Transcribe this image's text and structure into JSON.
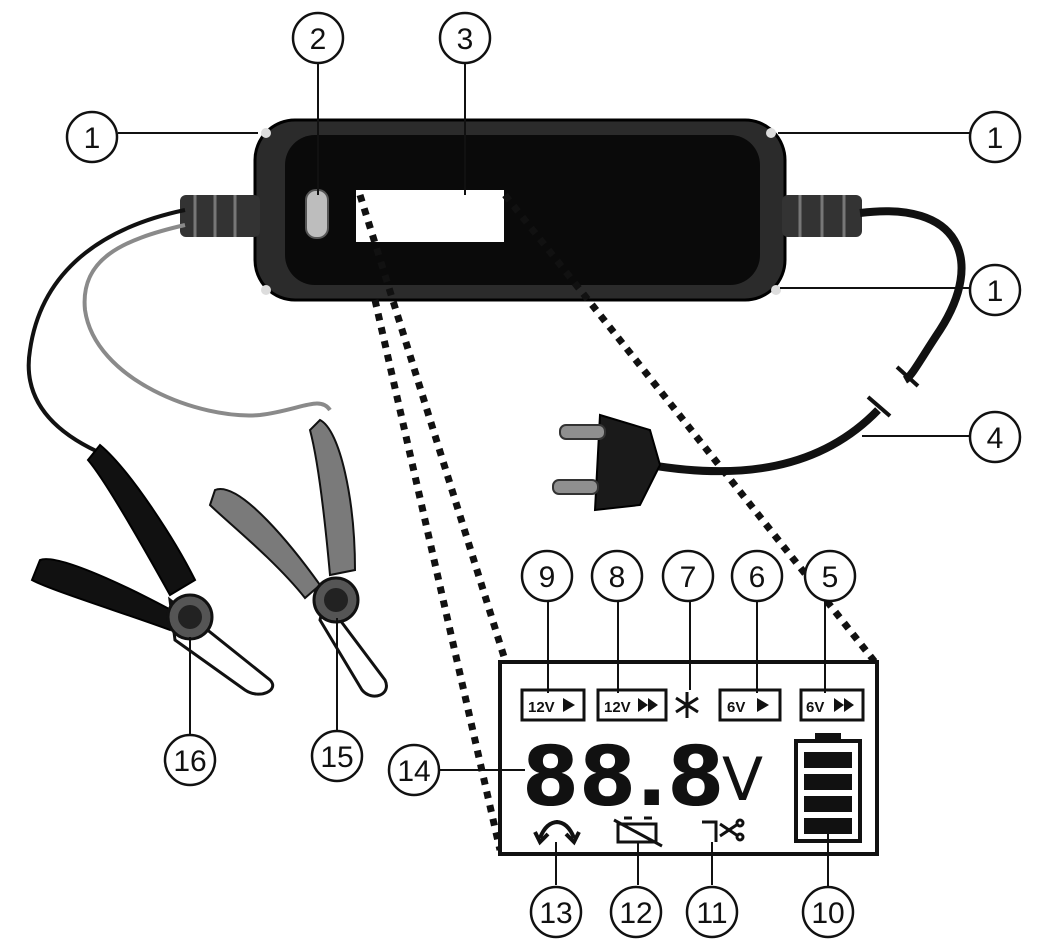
{
  "callouts": {
    "c1": "1",
    "c2": "2",
    "c3": "3",
    "c4": "4",
    "c5": "5",
    "c6": "6",
    "c7": "7",
    "c8": "8",
    "c9": "9",
    "c10": "10",
    "c11": "11",
    "c12": "12",
    "c13": "13",
    "c14": "14",
    "c15": "15",
    "c16": "16"
  },
  "lcd": {
    "mode_12v_normal": "12V",
    "mode_12v_fast": "12V",
    "mode_6v_normal": "6V",
    "mode_6v_fast": "6V",
    "voltage_digits": "88.8",
    "voltage_unit": "V",
    "battery_level_bars": 4,
    "icons": [
      "snowflake-icon",
      "reverse-polarity-icon",
      "battery-fault-icon",
      "connection-icon",
      "battery-level-icon"
    ]
  },
  "colors": {
    "ink": "#111111",
    "charger_body": "#1c1c1c",
    "charger_face": "#0a0a0a",
    "red_clamp_sleeve": "#7a7a7a",
    "black_clamp_sleeve": "#111111"
  }
}
